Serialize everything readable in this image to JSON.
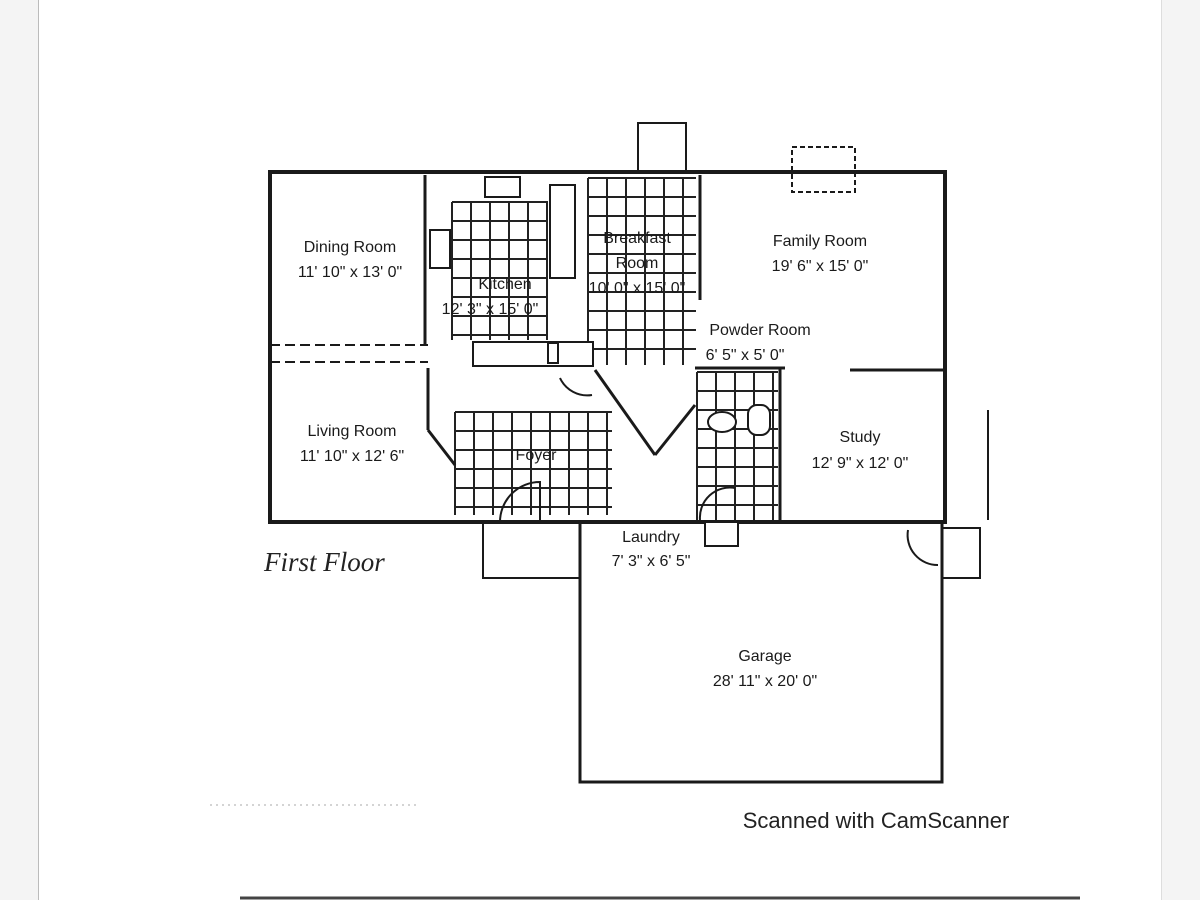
{
  "plan": {
    "title": "First Floor",
    "watermark": "Scanned with CamScanner",
    "rooms": {
      "dining": {
        "name": "Dining Room",
        "size": "11' 10\" x 13' 0\""
      },
      "kitchen": {
        "name": "Kitchen",
        "size": "12' 3\" x 15' 0\""
      },
      "breakfast": {
        "name1": "Breakfast",
        "name2": "Room",
        "size": "10' 0\" x 15' 0\""
      },
      "family": {
        "name": "Family Room",
        "size": "19' 6\" x 15' 0\""
      },
      "powder": {
        "name": "Powder Room",
        "size": "6' 5\" x 5' 0\""
      },
      "living": {
        "name": "Living Room",
        "size": "11' 10\" x 12' 6\""
      },
      "foyer": {
        "name": "Foyer"
      },
      "study": {
        "name": "Study",
        "size": "12' 9\" x 12' 0\""
      },
      "laundry": {
        "name": "Laundry",
        "size": "7' 3\" x 6' 5\""
      },
      "garage": {
        "name": "Garage",
        "size": "28' 11\" x 20' 0\""
      }
    }
  }
}
